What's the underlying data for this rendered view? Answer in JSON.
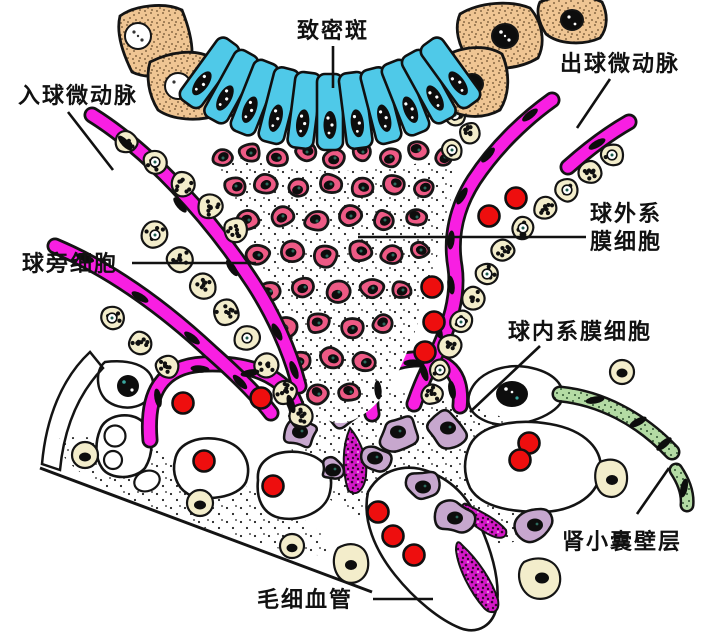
{
  "figure": {
    "labels": {
      "macula_densa": "致密斑",
      "efferent_arteriole": "出球微动脉",
      "afferent_arteriole": "入球微动脉",
      "extraglomerular_mesangial_line1": "球外系",
      "extraglomerular_mesangial_line2": "膜细胞",
      "juxtaglomerular_cells": "球旁细胞",
      "intraglomerular_mesangial_cells": "球内系膜细胞",
      "parietal_layer": "肾小囊壁层",
      "capillary": "毛细血管"
    },
    "colors": {
      "macula_densa_cell": "#4FC9E8",
      "tubule_cell": "#EFC593",
      "extraglomerular_mesangial_cell": "#EE5A85",
      "arteriole_wall": "#F81FE2",
      "juxtaglomerular_cell": "#F3EDCB",
      "intraglomerular_mesangial_cell": "#C7A7CE",
      "parietal_layer_cell": "#B4DBA4",
      "red_blood_cell": "#EE0E0E",
      "nucleus": "#0D0D0D",
      "outline": "#141414",
      "background": "#FFFFFF"
    }
  }
}
